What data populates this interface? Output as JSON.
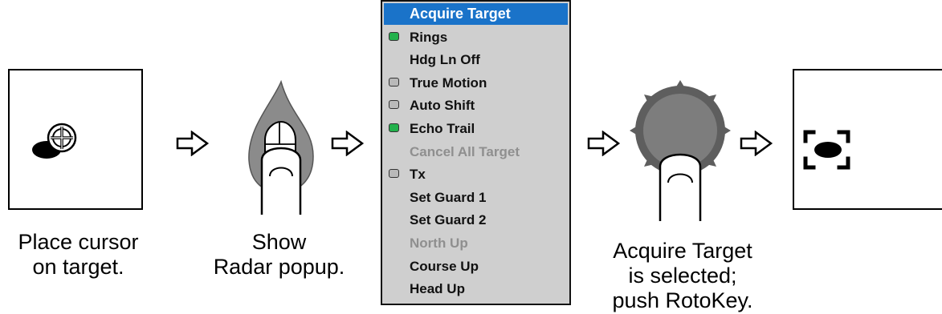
{
  "steps": [
    {
      "caption": "Place cursor\non target."
    },
    {
      "caption": "Show\nRadar popup."
    },
    {
      "caption": "Acquire Target\nis selected;\npush RotoKey."
    }
  ],
  "menu": {
    "items": [
      {
        "label": "Acquire Target",
        "state": "selected",
        "indicator": "none"
      },
      {
        "label": "Rings",
        "state": "normal",
        "indicator": "on"
      },
      {
        "label": "Hdg Ln Off",
        "state": "normal",
        "indicator": "none"
      },
      {
        "label": "True Motion",
        "state": "normal",
        "indicator": "off"
      },
      {
        "label": "Auto Shift",
        "state": "normal",
        "indicator": "off"
      },
      {
        "label": "Echo Trail",
        "state": "normal",
        "indicator": "on"
      },
      {
        "label": "Cancel All Target",
        "state": "disabled",
        "indicator": "none"
      },
      {
        "label": "Tx",
        "state": "normal",
        "indicator": "off"
      },
      {
        "label": "Set Guard 1",
        "state": "normal",
        "indicator": "none"
      },
      {
        "label": "Set Guard 2",
        "state": "normal",
        "indicator": "none"
      },
      {
        "label": "North Up",
        "state": "disabled",
        "indicator": "none"
      },
      {
        "label": "Course Up",
        "state": "normal",
        "indicator": "none"
      },
      {
        "label": "Head Up",
        "state": "normal",
        "indicator": "none"
      }
    ]
  },
  "colors": {
    "menu_background": "#cfcfcf",
    "selected_background": "#1a73c9",
    "indicator_on": "#22b14c",
    "indicator_off": "#b9b9b9",
    "disabled_text": "#8f8f8f"
  }
}
